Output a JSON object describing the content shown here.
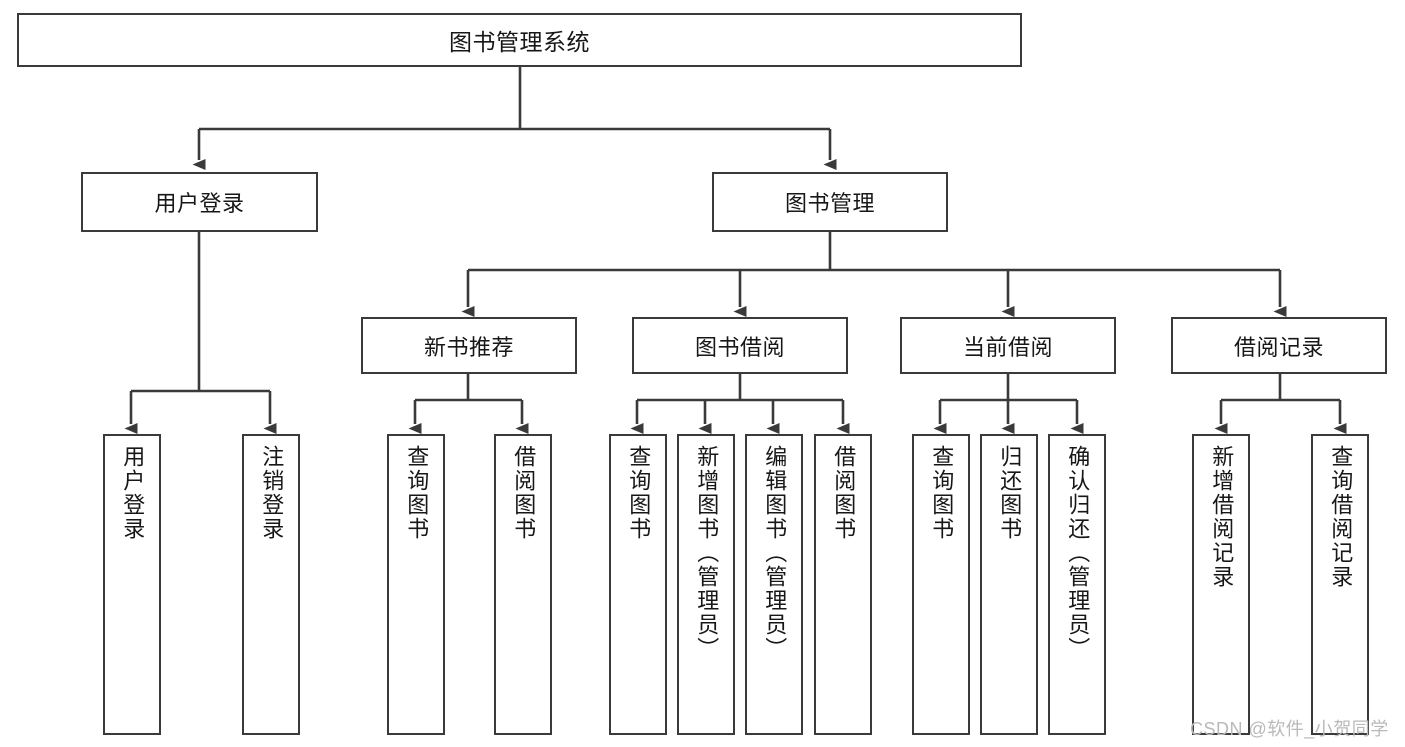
{
  "diagram": {
    "type": "tree-hierarchy",
    "title": "图书管理系统",
    "root": {
      "label": "图书管理系统",
      "id": "root"
    },
    "level1": [
      {
        "id": "user-login",
        "label": "用户登录"
      },
      {
        "id": "book-manage",
        "label": "图书管理"
      }
    ],
    "level2": [
      {
        "id": "new-book-recommend",
        "label": "新书推荐",
        "parent": "book-manage"
      },
      {
        "id": "book-borrow",
        "label": "图书借阅",
        "parent": "book-manage"
      },
      {
        "id": "current-borrow",
        "label": "当前借阅",
        "parent": "book-manage"
      },
      {
        "id": "borrow-record",
        "label": "借阅记录",
        "parent": "book-manage"
      }
    ],
    "leaves": [
      {
        "id": "leaf-user-login",
        "label": "用户登录",
        "parent": "user-login"
      },
      {
        "id": "leaf-user-logout",
        "label": "注销登录",
        "parent": "user-login"
      },
      {
        "id": "leaf-query-book-1",
        "label": "查询图书",
        "parent": "new-book-recommend"
      },
      {
        "id": "leaf-borrow-book-1",
        "label": "借阅图书",
        "parent": "new-book-recommend"
      },
      {
        "id": "leaf-query-book-2",
        "label": "查询图书",
        "parent": "book-borrow"
      },
      {
        "id": "leaf-add-book",
        "label": "新增图书（管理员）",
        "parent": "book-borrow"
      },
      {
        "id": "leaf-edit-book",
        "label": "编辑图书（管理员）",
        "parent": "book-borrow"
      },
      {
        "id": "leaf-borrow-book-2",
        "label": "借阅图书",
        "parent": "book-borrow"
      },
      {
        "id": "leaf-query-book-3",
        "label": "查询图书",
        "parent": "current-borrow"
      },
      {
        "id": "leaf-return-book",
        "label": "归还图书",
        "parent": "current-borrow"
      },
      {
        "id": "leaf-confirm-return",
        "label": "确认归还（管理员）",
        "parent": "current-borrow"
      },
      {
        "id": "leaf-add-record",
        "label": "新增借阅记录",
        "parent": "borrow-record"
      },
      {
        "id": "leaf-query-record",
        "label": "查询借阅记录",
        "parent": "borrow-record"
      }
    ]
  },
  "watermark": {
    "text": "CSDN @软件_小贺同学"
  },
  "colors": {
    "box_border": "#3a3a3a",
    "box_fill": "#ffffff",
    "line": "#3a3a3a",
    "text": "#171717",
    "watermark": "#b9b9b9",
    "background": "#ffffff"
  }
}
